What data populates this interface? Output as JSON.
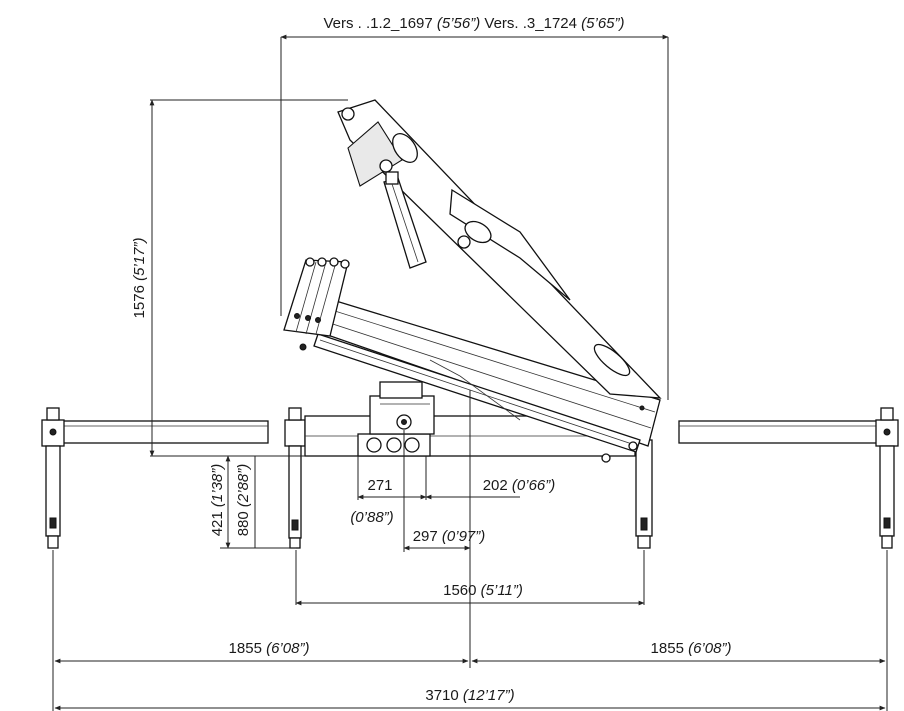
{
  "dimensions": {
    "top_width": {
      "text": "Vers . .1.2_1697 ",
      "italic": "(5’56”)",
      "text2": " Vers. .3_1724 ",
      "italic2": "(5’65”)"
    },
    "height": {
      "text": "1576 ",
      "italic": "(5’17”)"
    },
    "dim_421": {
      "text": "421 ",
      "italic": "(1’38”)"
    },
    "dim_880": {
      "text": "880 ",
      "italic": "(2’88”)"
    },
    "dim_271": {
      "text": "271"
    },
    "dim_271_sub": {
      "italic": "(0’88”)"
    },
    "dim_202": {
      "text": "202 ",
      "italic": "(0’66”)"
    },
    "dim_297": {
      "text": "297 ",
      "italic": "(0’97”)"
    },
    "dim_1560": {
      "text": "1560 ",
      "italic": "(5’11”)"
    },
    "dim_1855_left": {
      "text": "1855 ",
      "italic": "(6’08”)"
    },
    "dim_1855_right": {
      "text": "1855 ",
      "italic": "(6’08”)"
    },
    "dim_3710": {
      "text": "3710 ",
      "italic": "(12’17”)"
    }
  }
}
